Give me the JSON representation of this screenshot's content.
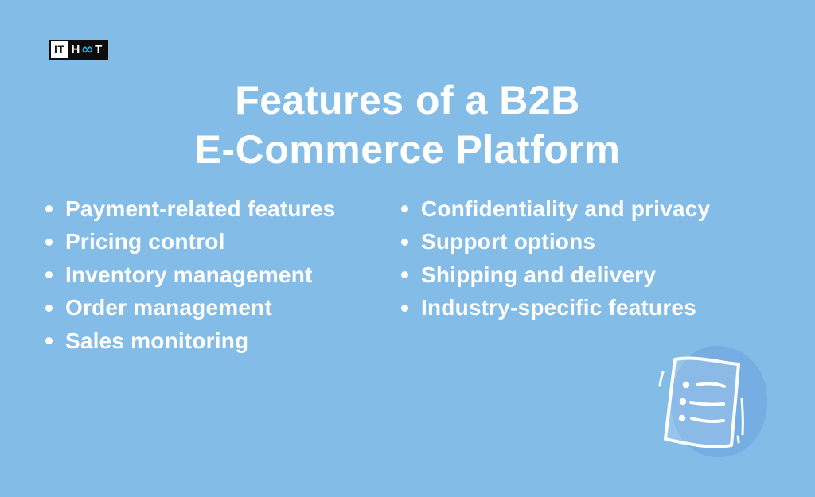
{
  "colors": {
    "background": "#84BCE8",
    "blob": "#76ADE3",
    "text": "#FFFFFF",
    "logo_bg": "#0D0D0D",
    "logo_it_bg": "#FFFFFF",
    "logo_infinity": "#35A8DA"
  },
  "logo": {
    "it": "IT",
    "h": "H",
    "infinity": "∞",
    "t": "T"
  },
  "title": {
    "line1": "Features of a B2B",
    "line2": "E-Commerce Platform"
  },
  "features": {
    "left": [
      "Payment-related features",
      "Pricing control",
      "Inventory management",
      "Order management",
      "Sales monitoring"
    ],
    "right": [
      "Confidentiality and privacy",
      "Support options",
      "Shipping and delivery",
      "Industry-specific features"
    ]
  },
  "illustration": {
    "description": "hand-drawn checklist document with three bullet lines on a blue blob"
  }
}
